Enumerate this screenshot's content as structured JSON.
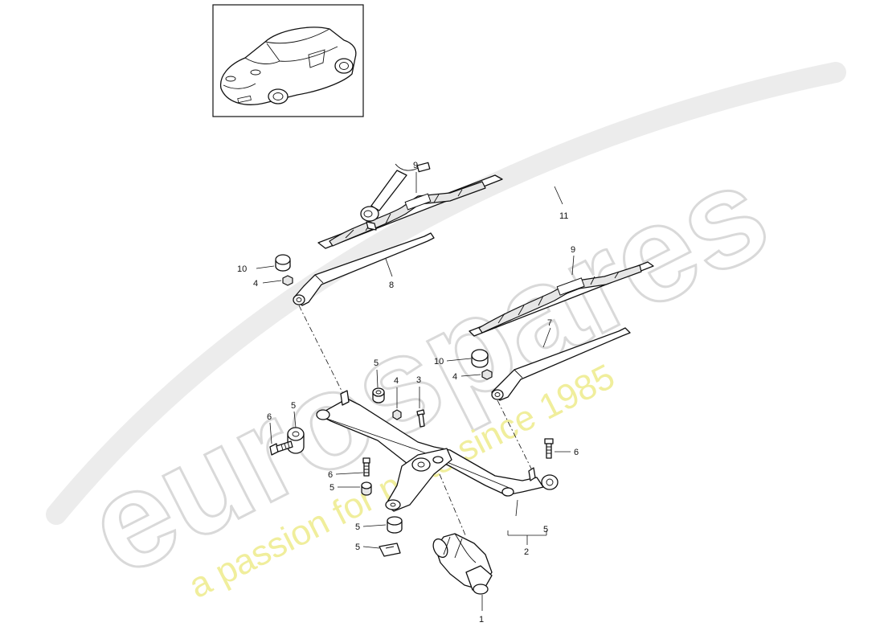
{
  "watermark": {
    "brand": "eurospares",
    "tagline": "a passion for parts since 1985"
  },
  "thumbnail": {
    "icon": "car-thumbnail-icon"
  },
  "callouts": {
    "c1": "1",
    "c2": "2",
    "c3": "3",
    "c4a": "4",
    "c4b": "4",
    "c4c": "4",
    "c5a": "5",
    "c5b": "5",
    "c5c": "5",
    "c5d": "5",
    "c5e": "5",
    "c5f": "5",
    "c6a": "6",
    "c6b": "6",
    "c6c": "6",
    "c7": "7",
    "c8": "8",
    "c9a": "9",
    "c9b": "9",
    "c10a": "10",
    "c10b": "10",
    "c11": "11"
  }
}
